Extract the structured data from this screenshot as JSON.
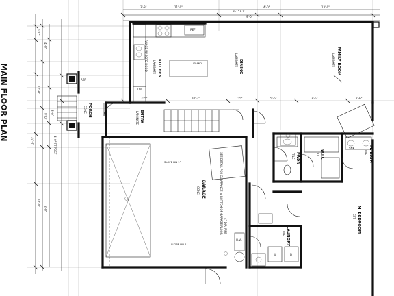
{
  "sheet_title": "MAIN FLOOR PLAN",
  "rooms": {
    "kitchen": "KITCHEN",
    "kitchen_sub": "LAMINATE",
    "dining": "DINING",
    "dining_sub": "LAMINATE",
    "family": "FAMILY ROOM",
    "family_sub": "LAMINATE",
    "entry": "ENTRY",
    "entry_sub": "LAMINATE",
    "porch": "PORCH",
    "porch_sub": "CONC.",
    "garage": "GARAGE",
    "garage_sub": "CONC.",
    "pwdr": "PWDR",
    "pwdr_sub": "TILE",
    "wic": "W.I.C.",
    "wic_sub": "CPT",
    "m_bath": "M. BATH",
    "m_bath_sub": "TILE",
    "laundry": "LAUNDRY",
    "laundry_sub": "TILE",
    "m_bedroom": "M. BEDROOM",
    "m_bedroom_sub": "CPT"
  },
  "labels": {
    "island": "ISLAND",
    "range_note": "RANGE W/ FORD HOOD",
    "slope_top": "SLOPE DN 1\"",
    "slope_bottom": "SLOPE DN 1\"",
    "garage_note": "SEE DETAIL FOR CLEARANCE @ BOTTOM OF GARAGE FLOOR",
    "pipe_note": "4\" DIA. PIPE",
    "sink": "SNK",
    "dw": "DW",
    "fridge": "REF",
    "hw": "H.W.",
    "w": "W",
    "d": "D",
    "ref_left": "REF",
    "elev_ref": "9'-1\" A.V."
  },
  "dimensions_top": [
    "3'-8\"",
    "11'-0\"",
    "4'-0\"",
    "13'-0\"",
    "9'-0\""
  ],
  "dimensions_left": [
    "6'-0\"",
    "4'-0\"",
    "12'-8\"",
    "9'-0\"",
    "18'-0\"",
    "37'-0\"",
    "3'-0\"",
    "8'-0\""
  ],
  "dimensions_mid": [
    "3'-5\"",
    "10'-2\"",
    "7'-5\"",
    "5'-6\"",
    "3'-5\"",
    "2'-6\""
  ],
  "footing_note": "4'-0\" FT POST"
}
